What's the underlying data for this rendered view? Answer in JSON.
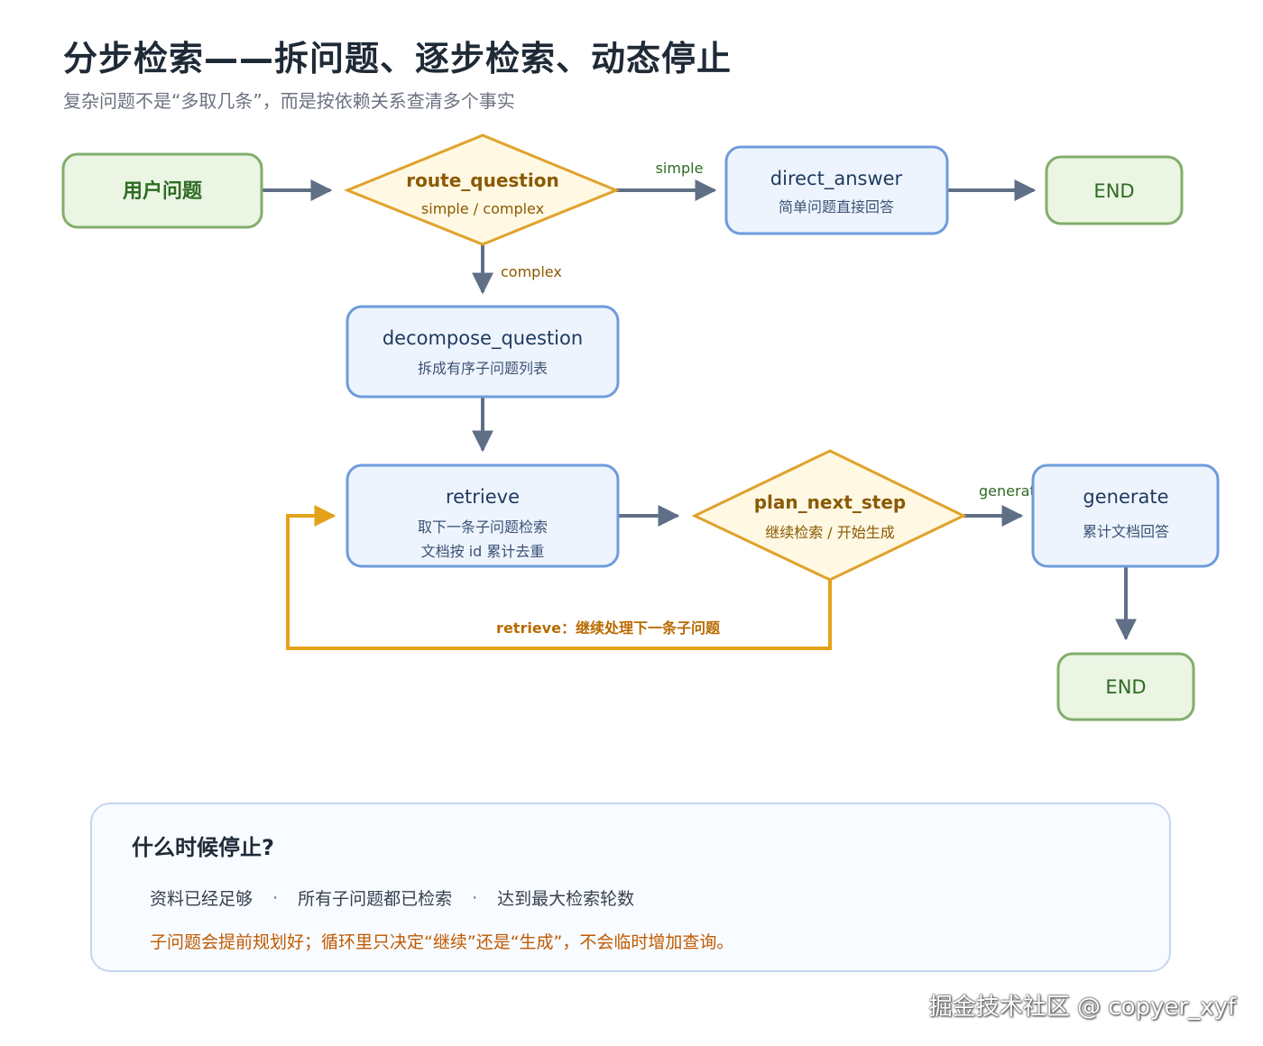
{
  "header": {
    "title": "分步检索——拆问题、逐步检索、动态停止",
    "subtitle": "复杂问题不是“多取几条”，而是按依赖关系查清多个事实"
  },
  "nodes": {
    "user_question": {
      "label": "用户问题"
    },
    "route_question": {
      "label": "route_question",
      "desc": "simple / complex"
    },
    "direct_answer": {
      "label": "direct_answer",
      "desc": "简单问题直接回答"
    },
    "end_top": {
      "label": "END"
    },
    "decompose_question": {
      "label": "decompose_question",
      "desc": "拆成有序子问题列表"
    },
    "retrieve": {
      "label": "retrieve",
      "desc_line1": "取下一条子问题检索",
      "desc_line2": "文档按 id 累计去重"
    },
    "plan_next_step": {
      "label": "plan_next_step",
      "desc": "继续检索 / 开始生成"
    },
    "generate": {
      "label": "generate",
      "desc": "累计文档回答"
    },
    "end_bottom": {
      "label": "END"
    }
  },
  "edges": {
    "simple": "simple",
    "complex": "complex",
    "generate": "generate",
    "loop": "retrieve：继续处理下一条子问题"
  },
  "note": {
    "title": "什么时候停止?",
    "conditions": [
      "资料已经足够",
      "所有子问题都已检索",
      "达到最大检索轮数"
    ],
    "separator": "·",
    "warning": "子问题会提前规划好；循环里只决定“继续”还是“生成”，不会临时增加查询。"
  },
  "watermark": "掘金技术社区 @ copyer_xyf",
  "colors": {
    "green_fill": "#eaf5e4",
    "green_border": "#82ad6b",
    "green_text": "#2f6b22",
    "blue_fill": "#eef4fd",
    "blue_border": "#6f9bdc",
    "blue_text": "#1e3a5f",
    "yellow_fill": "#fff8e3",
    "yellow_border": "#e0a22b",
    "yellow_text": "#8a5a00",
    "arrow": "#5f6f86",
    "loop": "#e3a21a",
    "loop_text": "#b86b00",
    "edge_label": "#2f6b22"
  }
}
